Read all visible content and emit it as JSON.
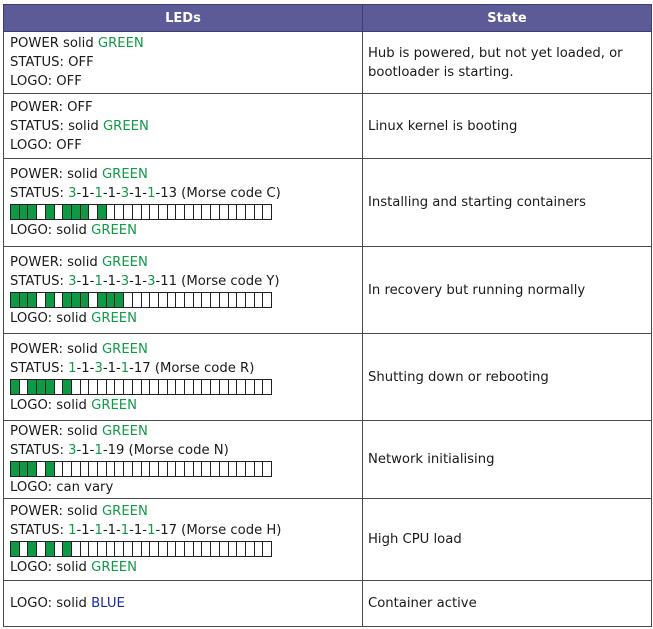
{
  "headers": {
    "leds": "LEDs",
    "state": "State"
  },
  "rows": [
    {
      "lines": [
        {
          "parts": [
            {
              "t": "POWER solid "
            },
            {
              "t": "GREEN",
              "c": "green"
            }
          ]
        },
        {
          "parts": [
            {
              "t": "STATUS: OFF"
            }
          ]
        },
        {
          "parts": [
            {
              "t": "LOGO: OFF"
            }
          ]
        }
      ],
      "state": "Hub is powered, but not yet loaded, or bootloader is starting.",
      "height": 62
    },
    {
      "lines": [
        {
          "parts": [
            {
              "t": "POWER: OFF"
            }
          ]
        },
        {
          "parts": [
            {
              "t": "STATUS: solid "
            },
            {
              "t": "GREEN",
              "c": "green"
            }
          ]
        },
        {
          "parts": [
            {
              "t": "LOGO: OFF"
            }
          ]
        }
      ],
      "state": "Linux kernel is booting",
      "height": 65
    },
    {
      "lines": [
        {
          "parts": [
            {
              "t": "POWER: solid "
            },
            {
              "t": "GREEN",
              "c": "green"
            }
          ]
        },
        {
          "parts": [
            {
              "t": "STATUS: "
            },
            {
              "t": "3",
              "c": "green"
            },
            {
              "t": "-1-"
            },
            {
              "t": "1",
              "c": "green"
            },
            {
              "t": "-1-"
            },
            {
              "t": "3",
              "c": "green"
            },
            {
              "t": "-1-"
            },
            {
              "t": "1",
              "c": "green"
            },
            {
              "t": "-13 (Morse code C)"
            }
          ]
        },
        {
          "bar": [
            1,
            1,
            1,
            0,
            1,
            0,
            1,
            1,
            1,
            0,
            1,
            0,
            0,
            0,
            0,
            0,
            0,
            0,
            0,
            0,
            0,
            0,
            0,
            0,
            0,
            0,
            0,
            0,
            0,
            0
          ]
        },
        {
          "parts": [
            {
              "t": "LOGO: solid "
            },
            {
              "t": "GREEN",
              "c": "green"
            }
          ]
        }
      ],
      "state": "Installing and starting containers",
      "height": 88
    },
    {
      "lines": [
        {
          "parts": [
            {
              "t": "POWER: solid "
            },
            {
              "t": "GREEN",
              "c": "green"
            }
          ]
        },
        {
          "parts": [
            {
              "t": "STATUS: "
            },
            {
              "t": "3",
              "c": "green"
            },
            {
              "t": "-1-"
            },
            {
              "t": "1",
              "c": "green"
            },
            {
              "t": "-1-"
            },
            {
              "t": "3",
              "c": "green"
            },
            {
              "t": "-1-"
            },
            {
              "t": "3",
              "c": "green"
            },
            {
              "t": "-11 (Morse code Y)"
            }
          ]
        },
        {
          "bar": [
            1,
            1,
            1,
            0,
            1,
            0,
            1,
            1,
            1,
            0,
            1,
            1,
            1,
            0,
            0,
            0,
            0,
            0,
            0,
            0,
            0,
            0,
            0,
            0,
            0,
            0,
            0,
            0,
            0,
            0
          ]
        },
        {
          "parts": [
            {
              "t": "LOGO: solid "
            },
            {
              "t": "GREEN",
              "c": "green"
            }
          ]
        }
      ],
      "state": "In recovery but running normally",
      "height": 87
    },
    {
      "lines": [
        {
          "parts": [
            {
              "t": "POWER: solid "
            },
            {
              "t": "GREEN",
              "c": "green"
            }
          ]
        },
        {
          "parts": [
            {
              "t": "STATUS: "
            },
            {
              "t": "1",
              "c": "green"
            },
            {
              "t": "-1-"
            },
            {
              "t": "3",
              "c": "green"
            },
            {
              "t": "-1-"
            },
            {
              "t": "1",
              "c": "green"
            },
            {
              "t": "-17 (Morse code R)"
            }
          ]
        },
        {
          "bar": [
            1,
            0,
            1,
            1,
            1,
            0,
            1,
            0,
            0,
            0,
            0,
            0,
            0,
            0,
            0,
            0,
            0,
            0,
            0,
            0,
            0,
            0,
            0,
            0,
            0,
            0,
            0,
            0,
            0,
            0
          ]
        },
        {
          "parts": [
            {
              "t": "LOGO: solid "
            },
            {
              "t": "GREEN",
              "c": "green"
            }
          ]
        }
      ],
      "state": "Shutting down or rebooting",
      "height": 87
    },
    {
      "lines": [
        {
          "parts": [
            {
              "t": "POWER: solid "
            },
            {
              "t": "GREEN",
              "c": "green"
            }
          ]
        },
        {
          "parts": [
            {
              "t": "STATUS: "
            },
            {
              "t": "3",
              "c": "green"
            },
            {
              "t": "-1-"
            },
            {
              "t": "1",
              "c": "green"
            },
            {
              "t": "-19 (Morse code N)"
            }
          ]
        },
        {
          "bar": [
            1,
            1,
            1,
            0,
            1,
            0,
            0,
            0,
            0,
            0,
            0,
            0,
            0,
            0,
            0,
            0,
            0,
            0,
            0,
            0,
            0,
            0,
            0,
            0,
            0,
            0,
            0,
            0,
            0,
            0
          ]
        },
        {
          "parts": [
            {
              "t": "LOGO: can vary"
            }
          ]
        }
      ],
      "state": "Network initialising",
      "height": 74
    },
    {
      "lines": [
        {
          "parts": [
            {
              "t": "POWER: solid "
            },
            {
              "t": "GREEN",
              "c": "green"
            }
          ]
        },
        {
          "parts": [
            {
              "t": "STATUS: "
            },
            {
              "t": "1",
              "c": "green"
            },
            {
              "t": "-1-"
            },
            {
              "t": "1",
              "c": "green"
            },
            {
              "t": "-1-"
            },
            {
              "t": "1",
              "c": "green"
            },
            {
              "t": "-1-"
            },
            {
              "t": "1",
              "c": "green"
            },
            {
              "t": "-17 (Morse code H)"
            }
          ]
        },
        {
          "bar": [
            1,
            0,
            1,
            0,
            1,
            0,
            1,
            0,
            0,
            0,
            0,
            0,
            0,
            0,
            0,
            0,
            0,
            0,
            0,
            0,
            0,
            0,
            0,
            0,
            0,
            0,
            0,
            0,
            0,
            0
          ]
        },
        {
          "parts": [
            {
              "t": "LOGO: solid "
            },
            {
              "t": "GREEN",
              "c": "green"
            }
          ]
        }
      ],
      "state": "High CPU load",
      "height": 82
    },
    {
      "lines": [
        {
          "parts": [
            {
              "t": "LOGO: solid "
            },
            {
              "t": "BLUE",
              "c": "blue"
            }
          ]
        }
      ],
      "state": "Container active",
      "height": 46
    }
  ],
  "colors": {
    "header_bg": "#5d5a98",
    "green": "#0f9a47",
    "led_on": "#0e9a44",
    "blue": "#1c2aa0"
  }
}
